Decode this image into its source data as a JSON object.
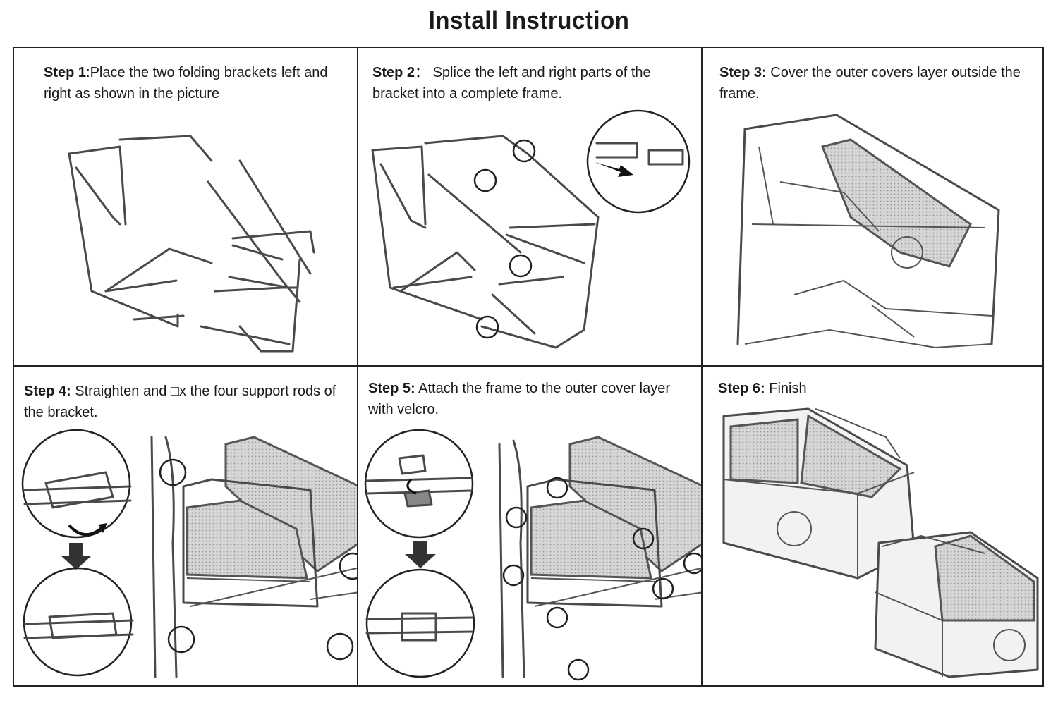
{
  "title": "Install Instruction",
  "steps": [
    {
      "label": "Step 1",
      "sep": ":",
      "text": "Place the two folding brackets left and right as shown in the picture"
    },
    {
      "label": "Step 2",
      "sep": "：",
      "text": " Splice the left and right parts of the bracket into a complete frame."
    },
    {
      "label": "Step 3:",
      "sep": "",
      "text": " Cover the outer covers layer outside the frame."
    },
    {
      "label": "Step 4:",
      "sep": "",
      "text": " Straighten and □x the four support rods of the bracket."
    },
    {
      "label": "Step 5:",
      "sep": "",
      "text": " Attach the frame to the outer cover layer with velcro."
    },
    {
      "label": "Step 6:",
      "sep": "",
      "text": " Finish"
    }
  ],
  "colors": {
    "line": "#4a4a4a",
    "border": "#222222",
    "mesh": "#bdbdbd"
  }
}
